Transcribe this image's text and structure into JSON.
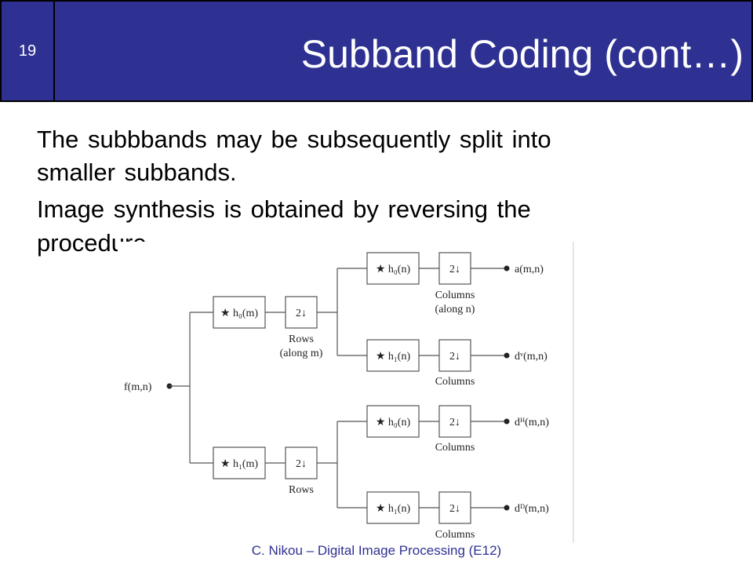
{
  "slide": {
    "number": "19",
    "title": "Subband Coding (cont…)",
    "body_lines": [
      "The subbbands may be subsequently split into",
      "smaller subbands.",
      "Image synthesis is obtained by reversing the",
      "procedure."
    ],
    "footer": "C. Nikou – Digital Image Processing (E12)"
  },
  "colors": {
    "header_bg": "#2e3192",
    "header_text": "#ffffff",
    "footer_text": "#2e3192"
  },
  "diagram": {
    "input": "f(m,n)",
    "stage1": [
      {
        "filter": "★ h₀(m)",
        "down": "2↓",
        "label_lines": [
          "Rows",
          "(along m)"
        ]
      },
      {
        "filter": "★ h₁(m)",
        "down": "2↓",
        "label_lines": [
          "Rows"
        ]
      }
    ],
    "stage2": [
      {
        "filter": "★ h₀(n)",
        "down": "2↓",
        "label_lines": [
          "Columns",
          "(along n)"
        ],
        "output": "a(m,n)"
      },
      {
        "filter": "★ h₁(n)",
        "down": "2↓",
        "label_lines": [
          "Columns"
        ],
        "output": "dᵛ(m,n)"
      },
      {
        "filter": "★ h₀(n)",
        "down": "2↓",
        "label_lines": [
          "Columns"
        ],
        "output": "dᴴ(m,n)"
      },
      {
        "filter": "★ h₁(n)",
        "down": "2↓",
        "label_lines": [
          "Columns"
        ],
        "output": "dᴰ(m,n)"
      }
    ]
  }
}
